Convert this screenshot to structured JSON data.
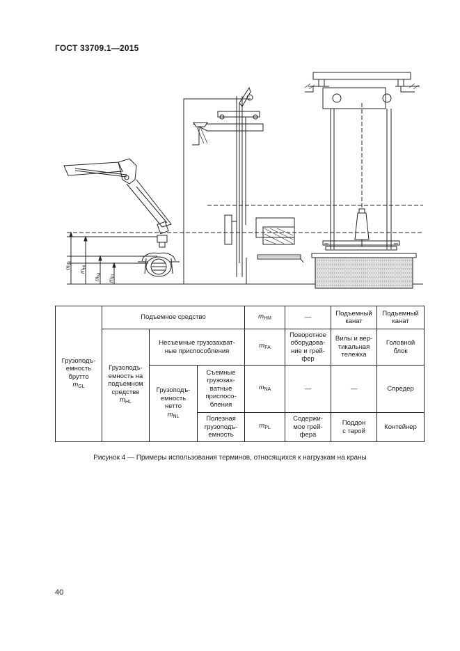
{
  "header": "ГОСТ 33709.1—2015",
  "figure": {
    "labels": {
      "gl": {
        "sym": "m",
        "sub": "GL"
      },
      "hl": {
        "sym": "m",
        "sub": "HL"
      },
      "nl": {
        "sym": "m",
        "sub": "NL"
      },
      "pl": {
        "sym": "m",
        "sub": "PL"
      }
    }
  },
  "table": {
    "gross_capacity": {
      "line1": "Грузоподъ-",
      "line2": "емность",
      "line3": "брутто",
      "sym": "m",
      "sub": "GL"
    },
    "lifting_device": "Подъемное средство",
    "hm": {
      "sym": "m",
      "sub": "HM",
      "col1": "—",
      "col2_l1": "Подъемный",
      "col2_l2": "канат",
      "col3_l1": "Подъемный",
      "col3_l2": "канат"
    },
    "hl_capacity": {
      "line1": "Грузоподъ-",
      "line2": "емность на",
      "line3": "подъемном",
      "line4": "средстве",
      "sym": "m",
      "sub": "HL"
    },
    "fixed_devices": {
      "line1": "Несъемные грузозахват-",
      "line2": "ные приспособления"
    },
    "fa": {
      "sym": "m",
      "sub": "FA",
      "col1_l1": "Поворотное",
      "col1_l2": "оборудова-",
      "col1_l3": "ние и грей-",
      "col1_l4": "фер",
      "col2_l1": "Вилы и вер-",
      "col2_l2": "тикальная",
      "col2_l3": "тележка",
      "col3_l1": "Головной",
      "col3_l2": "блок"
    },
    "net_capacity": {
      "line1": "Грузоподъ-",
      "line2": "емность",
      "line3": "нетто",
      "sym": "m",
      "sub": "NL"
    },
    "removable_devices": {
      "line1": "Съемные",
      "line2": "грузозах-",
      "line3": "ватные",
      "line4": "приспосо-",
      "line5": "бления"
    },
    "na": {
      "sym": "m",
      "sub": "NA",
      "col1": "—",
      "col2": "—",
      "col3": "Спредер"
    },
    "payload": {
      "line1": "Полезная",
      "line2": "грузоподъ-",
      "line3": "емность"
    },
    "pl": {
      "sym": "m",
      "sub": "PL",
      "col1_l1": "Содержи-",
      "col1_l2": "мое грей-",
      "col1_l3": "фера",
      "col2_l1": "Поддон",
      "col2_l2": "с тарой",
      "col3": "Контейнер"
    }
  },
  "caption": "Рисунок 4 — Примеры использования терминов, относящихся к нагрузкам на краны",
  "page_number": "40"
}
